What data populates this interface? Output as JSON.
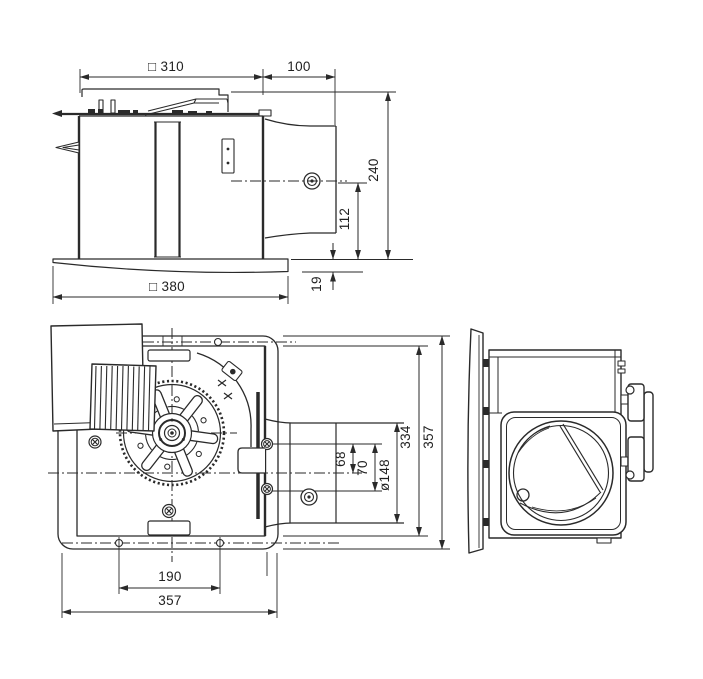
{
  "colors": {
    "ink": "#2a2a2a",
    "paper": "#ffffff"
  },
  "dims": {
    "side": {
      "body_width": "□ 310",
      "duct_length": "100",
      "total_height": "240",
      "duct_center_height": "112",
      "grille_thickness": "19",
      "grille_width": "□ 380"
    },
    "plan": {
      "body_size": "334",
      "frame_size_vertical": "357",
      "duct_screw_pitch": "68",
      "duct_center_offset": "70",
      "duct_diameter": "ø148",
      "mounting_pitch": "190",
      "frame_size_horizontal": "357"
    }
  }
}
